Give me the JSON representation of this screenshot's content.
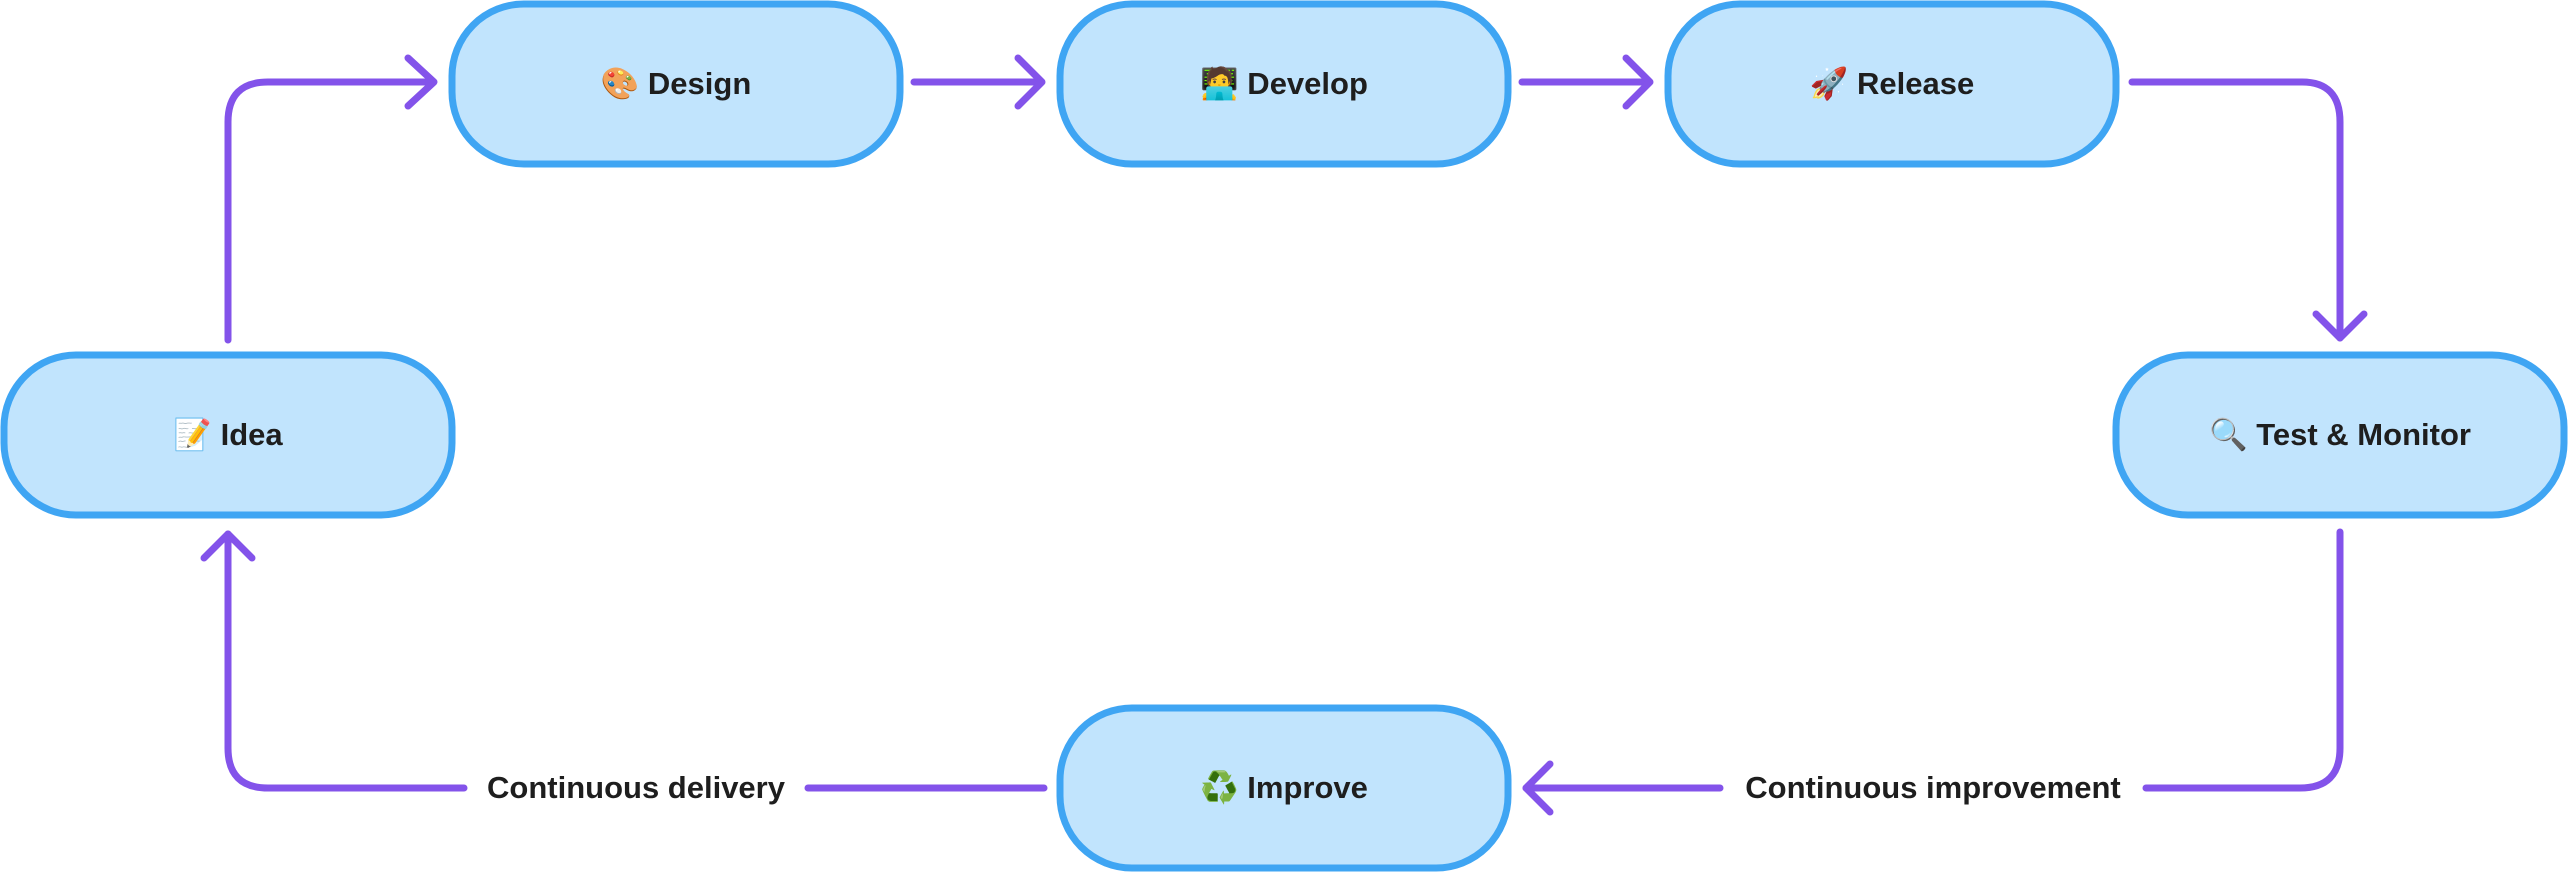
{
  "nodes": {
    "design": {
      "label": "🎨 Design"
    },
    "develop": {
      "label": "🧑‍💻 Develop"
    },
    "release": {
      "label": "🚀 Release"
    },
    "idea": {
      "label": "📝 Idea"
    },
    "test": {
      "label": "🔍 Test & Monitor"
    },
    "improve": {
      "label": "♻️ Improve"
    }
  },
  "edges": {
    "continuous_delivery": {
      "label": "Continuous delivery"
    },
    "continuous_improvement": {
      "label": "Continuous improvement"
    }
  },
  "colors": {
    "node_fill": "#c1e4fd",
    "node_stroke": "#3fa5f3",
    "arrow": "#8353ea",
    "text": "#1e1e1e"
  }
}
